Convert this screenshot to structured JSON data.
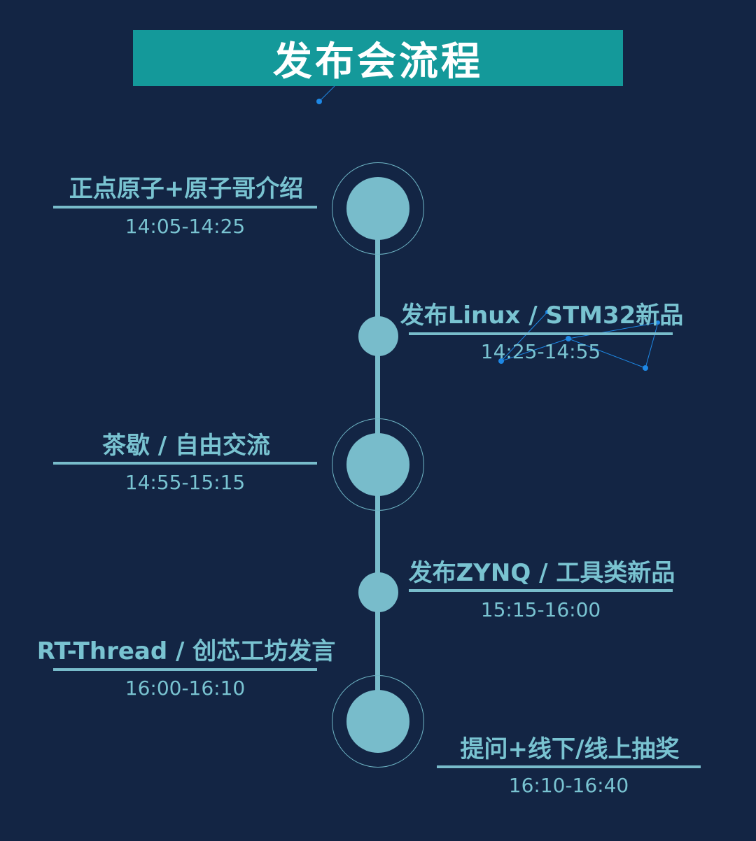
{
  "header": {
    "title": "发布会流程"
  },
  "agenda": [
    {
      "title": "正点原子+原子哥介绍",
      "time": "14:05-14:25"
    },
    {
      "title": "发布Linux / STM32新品",
      "time": "14:25-14:55"
    },
    {
      "title": "茶歇 / 自由交流",
      "time": "14:55-15:15"
    },
    {
      "title": "发布ZYNQ / 工具类新品",
      "time": "15:15-16:00"
    },
    {
      "title": "RT-Thread / 创芯工坊发言",
      "time": "16:00-16:10"
    },
    {
      "title": "提问+线下/线上抽奖",
      "time": "16:10-16:40"
    }
  ],
  "colors": {
    "background": "#132544",
    "banner": "#14999a",
    "accent": "#78bccb",
    "text": "#79c3d1",
    "sparkle": "#1e88e5"
  }
}
